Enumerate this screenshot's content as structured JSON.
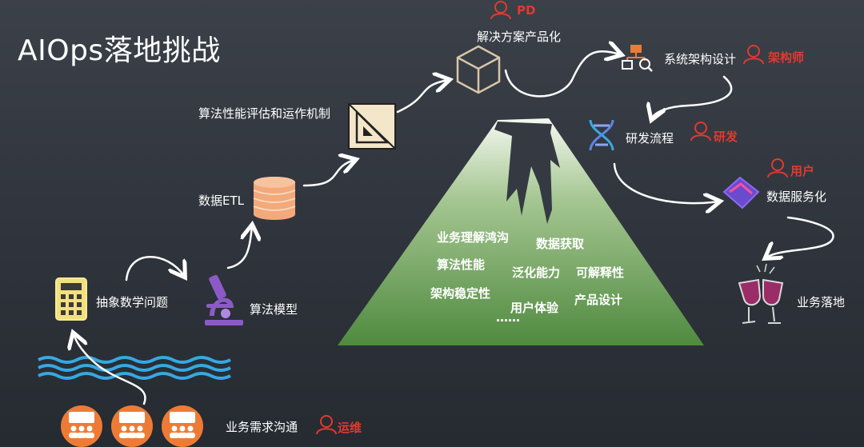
{
  "title": "AIOps落地挑战",
  "steps": {
    "business_comm": "业务需求沟通",
    "abstract_math": "抽象数学问题",
    "algorithm_model": "算法模型",
    "data_etl": "数据ETL",
    "eval_mechanism": "算法性能评估和运作机制",
    "productize": "解决方案产品化",
    "sys_arch": "系统架构设计",
    "rd_process": "研发流程",
    "data_service": "数据服务化",
    "business_landing": "业务落地"
  },
  "roles": {
    "ops": "运维",
    "pd": "PD",
    "architect": "架构师",
    "rd": "研发",
    "user": "用户"
  },
  "mountain": {
    "items": [
      "业务理解鸿沟",
      "数据获取",
      "算法性能",
      "泛化能力",
      "可解释性",
      "架构稳定性",
      "用户体验",
      "产品设计",
      "……"
    ]
  },
  "colors": {
    "role_red": "#e03a2f",
    "orange": "#ee7b35",
    "water_blue": "#37a8e2",
    "mountain_green": "#5d8d4a"
  }
}
